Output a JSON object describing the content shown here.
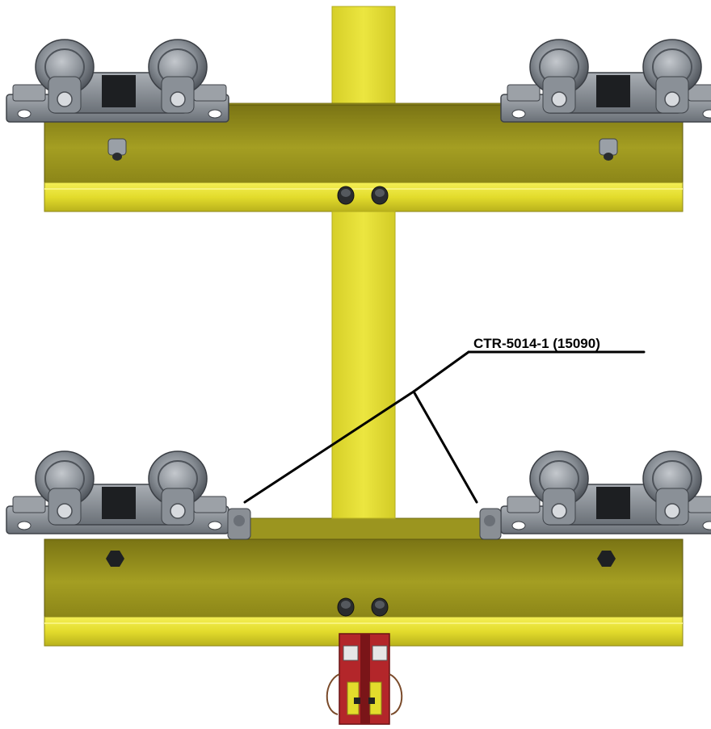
{
  "callout": {
    "label": "CTR-5014-1 (15090)"
  },
  "colors": {
    "background": "#ffffff",
    "beam_yellow": "#e8e236",
    "beam_shadow": "#8f8a1c",
    "beam_dark": "#6f6a10",
    "trolley_gray": "#7d838b",
    "trolley_dark": "#4f545a",
    "trolley_light": "#b9bec4",
    "bracket_red": "#b3262a",
    "leader_line": "#000000"
  },
  "parts": {
    "trolleys": [
      "top-left",
      "top-right",
      "bottom-left",
      "bottom-right"
    ],
    "beams": [
      "upper-runway-beam",
      "lower-runway-beam",
      "vertical-center-beam"
    ],
    "bracket": "red-end-bracket"
  }
}
